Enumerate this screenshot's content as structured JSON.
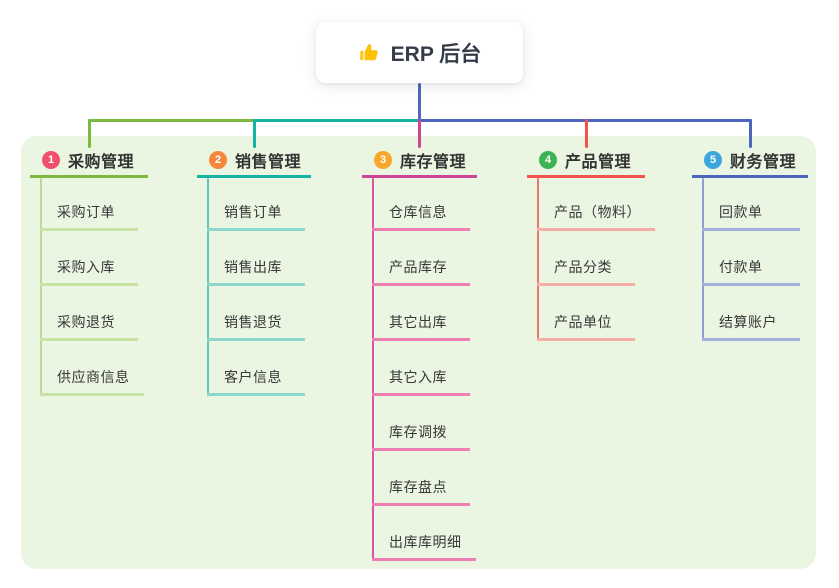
{
  "root": {
    "label": "ERP 后台",
    "icon": "thumbs-up-icon"
  },
  "colors": {
    "page_bg": "#FFFFFF",
    "panel_bg": "#EAF6E2",
    "trunk": "#5166BF",
    "text": "#333333"
  },
  "branches": [
    {
      "number": "1",
      "title": "采购管理",
      "badge_color": "#F0506B",
      "line_color": "#7CB93E",
      "child_vline_color": "#B9DC92",
      "child_line_color": "#C6E3A4",
      "children": [
        "采购订单",
        "采购入库",
        "采购退货",
        "供应商信息"
      ]
    },
    {
      "number": "2",
      "title": "销售管理",
      "badge_color": "#F5883C",
      "line_color": "#16B3A2",
      "child_vline_color": "#5FC8BB",
      "child_line_color": "#8ED8CB",
      "children": [
        "销售订单",
        "销售出库",
        "销售退货",
        "客户信息"
      ]
    },
    {
      "number": "3",
      "title": "库存管理",
      "badge_color": "#F7A82B",
      "line_color": "#CE4596",
      "child_vline_color": "#D8569F",
      "child_line_color": "#EE7FB4",
      "children": [
        "仓库信息",
        "产品库存",
        "其它出库",
        "其它入库",
        "库存调拨",
        "库存盘点",
        "出库库明细"
      ]
    },
    {
      "number": "4",
      "title": "产品管理",
      "badge_color": "#3CB454",
      "line_color": "#F3534E",
      "child_vline_color": "#EC7570",
      "child_line_color": "#F6ADA7",
      "children": [
        "产品（物料）",
        "产品分类",
        "产品单位"
      ]
    },
    {
      "number": "5",
      "title": "财务管理",
      "badge_color": "#3BA6DC",
      "line_color": "#4C66BE",
      "child_vline_color": "#8D9FD6",
      "child_line_color": "#A3B1E0",
      "children": [
        "回款单",
        "付款单",
        "结算账户"
      ]
    }
  ]
}
